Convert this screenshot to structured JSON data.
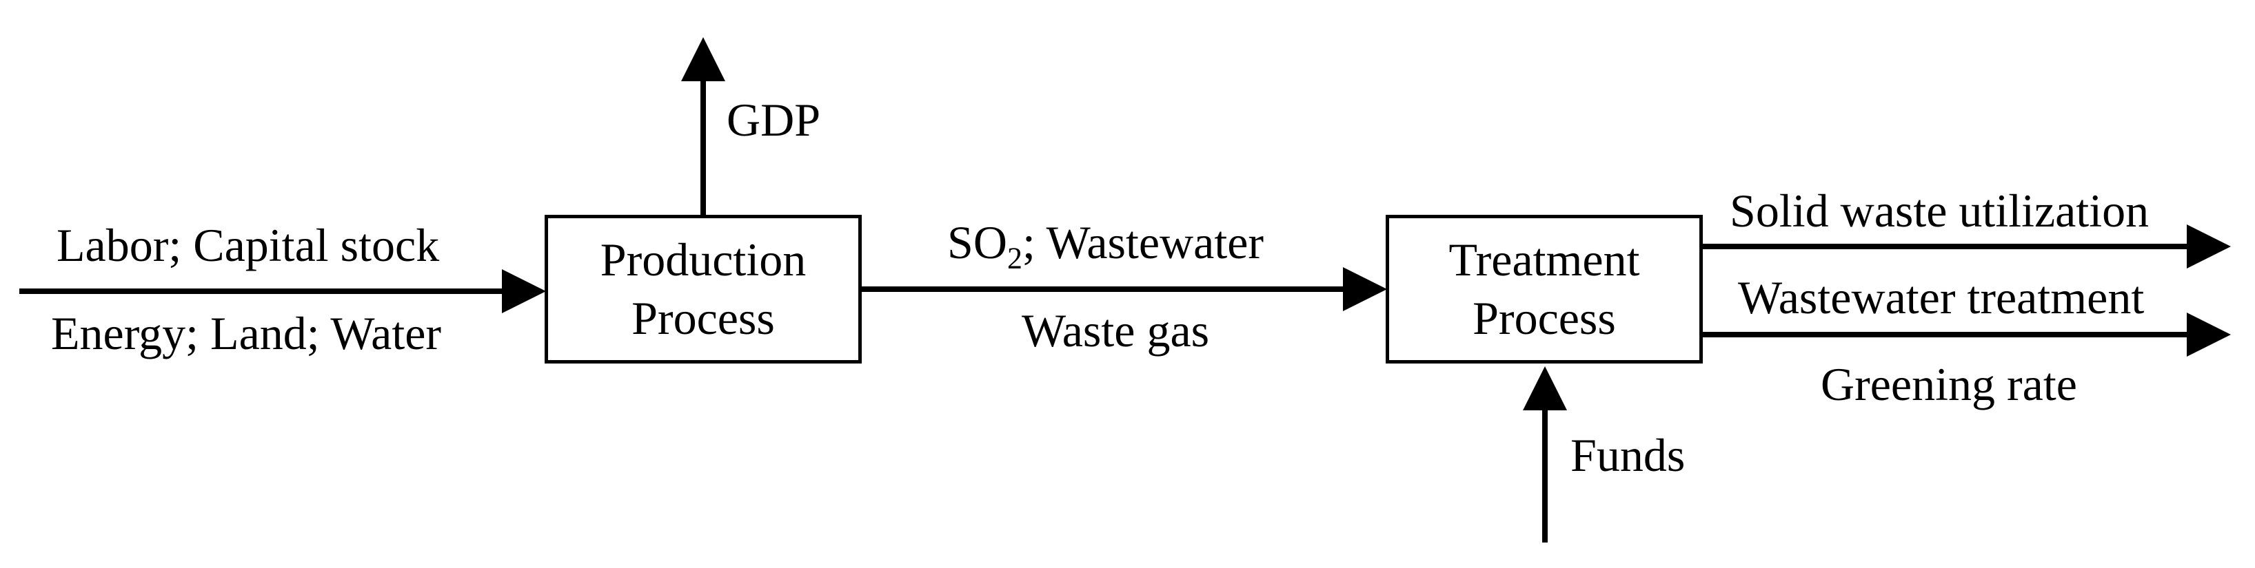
{
  "boxes": {
    "production": {
      "line1": "Production",
      "line2": "Process"
    },
    "treatment": {
      "line1": "Treatment",
      "line2": "Process"
    }
  },
  "labels": {
    "gdp": "GDP",
    "inputs_top": "Labor; Capital stock",
    "inputs_bottom": "Energy; Land; Water",
    "so2_main": "SO",
    "so2_sub": "2",
    "so2_rest": "; Wastewater",
    "waste_gas": "Waste gas",
    "funds": "Funds",
    "solid_waste": "Solid waste utilization",
    "wastewater_treatment": "Wastewater treatment",
    "greening_rate": "Greening rate"
  },
  "colors": {
    "stroke": "#000000",
    "background": "#ffffff"
  }
}
